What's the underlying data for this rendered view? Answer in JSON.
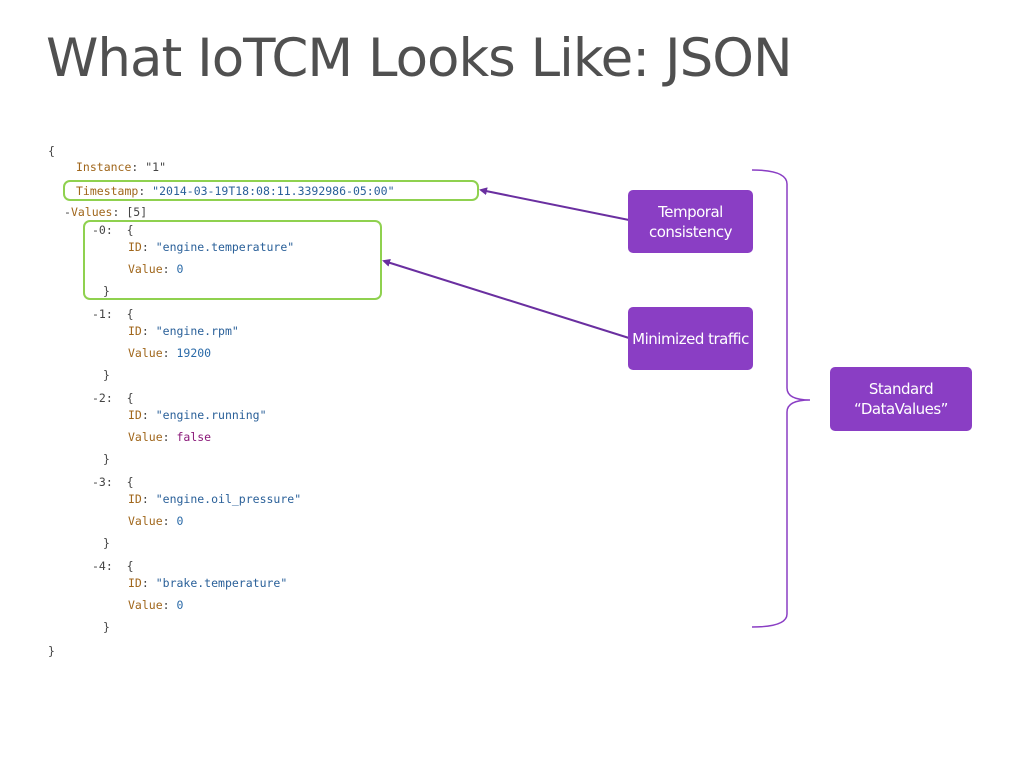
{
  "slide": {
    "title": "What IoTCM Looks Like: JSON"
  },
  "json": {
    "open_brace": "{",
    "close_brace": "}",
    "instance_key": "Instance",
    "instance_value": "\"1\"",
    "timestamp_key": "Timestamp",
    "timestamp_value": "\"2014-03-19T18:08:11.3392986-05:00\"",
    "values_toggle": "-",
    "values_key": "Values",
    "values_count": "[5]",
    "items": [
      {
        "index": "-0:",
        "id_key": "ID",
        "id": "\"engine.temperature\"",
        "value_key": "Value",
        "value": "0",
        "value_type": "number"
      },
      {
        "index": "-1:",
        "id_key": "ID",
        "id": "\"engine.rpm\"",
        "value_key": "Value",
        "value": "19200",
        "value_type": "number"
      },
      {
        "index": "-2:",
        "id_key": "ID",
        "id": "\"engine.running\"",
        "value_key": "Value",
        "value": "false",
        "value_type": "bool"
      },
      {
        "index": "-3:",
        "id_key": "ID",
        "id": "\"engine.oil_pressure\"",
        "value_key": "Value",
        "value": "0",
        "value_type": "number"
      },
      {
        "index": "-4:",
        "id_key": "ID",
        "id": "\"brake.temperature\"",
        "value_key": "Value",
        "value": "0",
        "value_type": "number"
      }
    ]
  },
  "callouts": {
    "temporal": "Temporal consistency",
    "minimized": "Minimized traffic",
    "standard_line1": "Standard",
    "standard_line2": "“DataValues”"
  },
  "colors": {
    "callout_bg": "#8a3ec4",
    "highlight_border": "#8fd14f",
    "title_text": "#505050"
  }
}
